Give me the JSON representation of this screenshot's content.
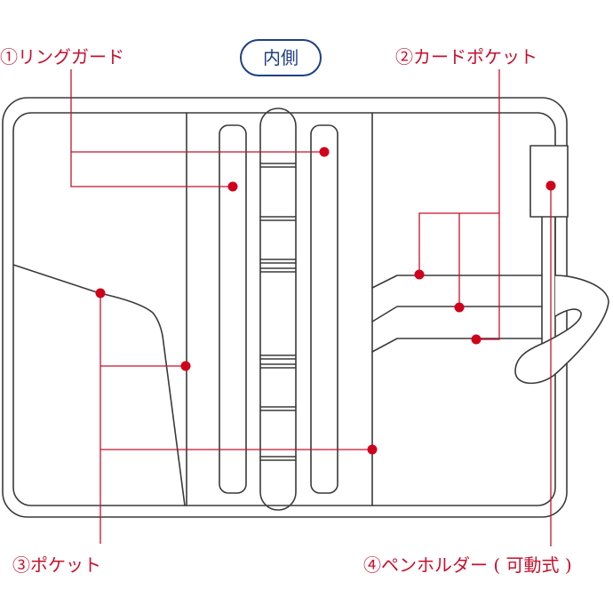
{
  "title": "内側",
  "labels": {
    "ring_guard": "①リングガード",
    "card_pocket": "②カードポケット",
    "pocket": "③ポケット",
    "pen_holder": "④ペンホルダー ( 可動式 )"
  },
  "colors": {
    "outline": "#3a3a3a",
    "callout": "#c8102e",
    "title": "#1f3f87"
  }
}
